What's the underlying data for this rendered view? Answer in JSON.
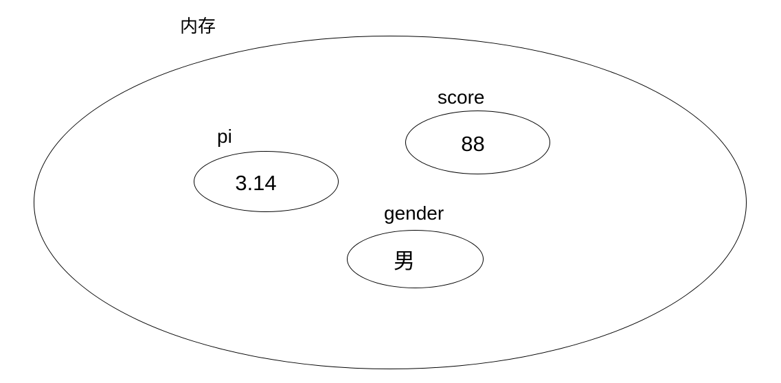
{
  "diagram": {
    "container_label": "内存",
    "variables": [
      {
        "name": "pi",
        "value": "3.14"
      },
      {
        "name": "score",
        "value": "88"
      },
      {
        "name": "gender",
        "value": "男"
      }
    ]
  }
}
